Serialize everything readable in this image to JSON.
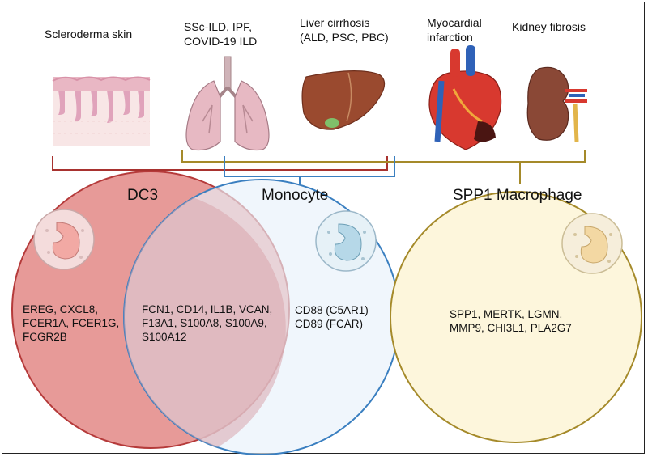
{
  "tissues": [
    {
      "id": "skin",
      "label": "Scleroderma skin"
    },
    {
      "id": "lung",
      "label": "SSc-ILD, IPF,\nCOVID-19 ILD"
    },
    {
      "id": "liver",
      "label": "Liver cirrhosis\n(ALD, PSC, PBC)"
    },
    {
      "id": "heart",
      "label": "Myocardial\ninfarction"
    },
    {
      "id": "kidney",
      "label": "Kidney fibrosis"
    }
  ],
  "cell_types": {
    "dc3": {
      "title": "DC3",
      "color": "#b53a3a",
      "fill": "#e79a98"
    },
    "monocyte": {
      "title": "Monocyte",
      "color": "#3a7fc0",
      "fill": "#e8f1fb"
    },
    "spp1": {
      "title": "SPP1 Macrophage",
      "color": "#a58a2a",
      "fill": "#fdf6dc"
    }
  },
  "genes": {
    "dc3_only": "EREG, CXCL8,\nFCER1A, FCER1G,\nFCGR2B",
    "shared": "FCN1, CD14, IL1B, VCAN,\nF13A1, S100A8, S100A9,\nS100A12",
    "monocyte_only": "CD88 (C5AR1)\nCD89 (FCAR)",
    "spp1": "SPP1, MERTK, LGMN,\nMMP9, CHI3L1, PLA2G7"
  }
}
